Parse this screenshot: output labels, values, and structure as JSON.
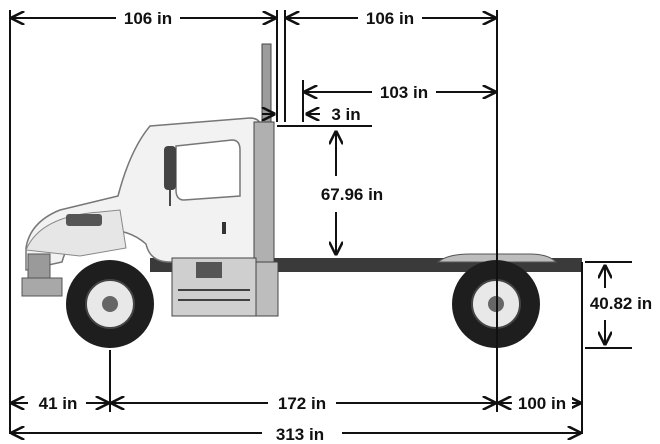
{
  "dimensions": {
    "cab_to_front": "106 in",
    "cab_to_rear_axle": "106 in",
    "exhaust_to_rear_axle": "103 in",
    "exhaust_offset": "3 in",
    "frame_height_above": "67.96 in",
    "frame_height": "40.82 in",
    "front_overhang": "41 in",
    "wheelbase": "172 in",
    "rear_overhang": "100 in",
    "overall_length": "313 in"
  },
  "colors": {
    "line": "#111111",
    "truck_body": "#f4f4f4",
    "tire": "#222222",
    "frame": "#333333"
  }
}
